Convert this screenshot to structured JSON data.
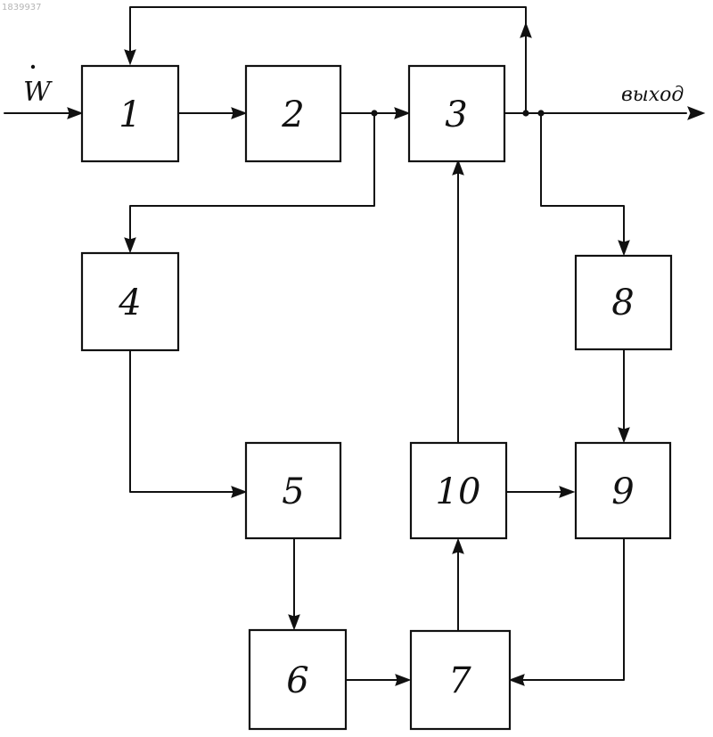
{
  "doc_code": "1839937",
  "input_label": "W",
  "output_label": "выход",
  "blocks": [
    "1",
    "2",
    "3",
    "4",
    "5",
    "6",
    "7",
    "8",
    "9",
    "10"
  ]
}
